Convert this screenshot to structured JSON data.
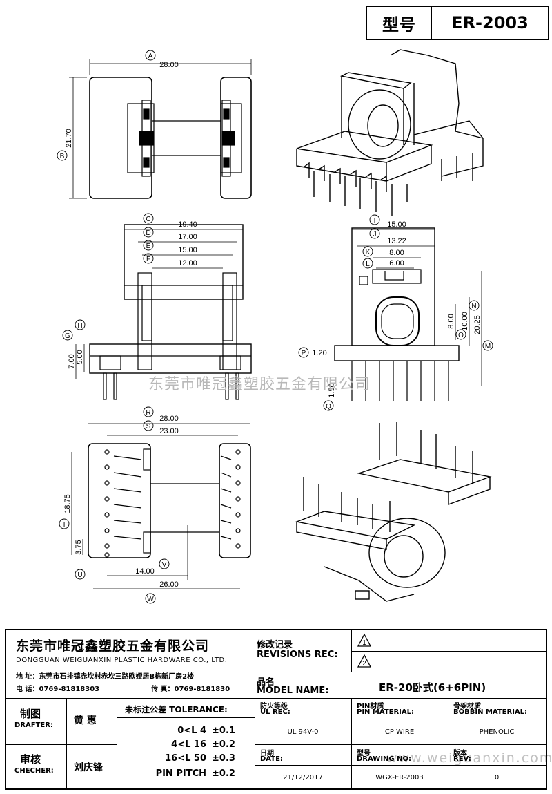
{
  "header": {
    "model_label": "型号",
    "model_value": "ER-2003"
  },
  "dimensions": {
    "A": {
      "letter": "A",
      "value": "28.00"
    },
    "B": {
      "letter": "B",
      "value": "21.70"
    },
    "C": {
      "letter": "C",
      "value": "19.40"
    },
    "D": {
      "letter": "D",
      "value": "17.00"
    },
    "E": {
      "letter": "E",
      "value": "15.00"
    },
    "F": {
      "letter": "F",
      "value": "12.00"
    },
    "G": {
      "letter": "G",
      "value": "7.00"
    },
    "H": {
      "letter": "H",
      "value": "5.00"
    },
    "I": {
      "letter": "I",
      "value": "15.00"
    },
    "J": {
      "letter": "J",
      "value": "13.22"
    },
    "K": {
      "letter": "K",
      "value": "8.00"
    },
    "L": {
      "letter": "L",
      "value": "6.00"
    },
    "M": {
      "letter": "M",
      "value": "20.25"
    },
    "N": {
      "letter": "N",
      "value": "10.00"
    },
    "O": {
      "letter": "O",
      "value": "8.00"
    },
    "P": {
      "letter": "P",
      "value": "1.20"
    },
    "Q": {
      "letter": "Q",
      "value": "1.50"
    },
    "R": {
      "letter": "R",
      "value": "28.00"
    },
    "S": {
      "letter": "S",
      "value": "23.00"
    },
    "T": {
      "letter": "T",
      "value": "18.75"
    },
    "U": {
      "letter": "U",
      "value": "3.75"
    },
    "V": {
      "letter": "V",
      "value": "14.00"
    },
    "W": {
      "letter": "W",
      "value": "26.00"
    }
  },
  "watermark": {
    "text": "东莞市唯冠鑫塑胶五金有限公司",
    "url": "www.weiguanxin.com"
  },
  "company": {
    "name_cn": "东莞市唯冠鑫塑胶五金有限公司",
    "name_en": "DONGGUAN WEIGUANXIN PLASTIC HARDWARE CO., LTD.",
    "address": "地  址：东莞市石排镇赤坎村赤坎三路欧娅居B栋新厂房2楼",
    "phone": "电  话：0769-81818303",
    "fax": "传  真：0769-8181830"
  },
  "revisions": {
    "label_cn": "修改记录",
    "label_en": "REVISIONS REC:",
    "rev1": "1",
    "rev2": "2"
  },
  "model": {
    "label_cn": "品名",
    "label_en": "MODEL NAME:",
    "value": "ER-20卧式(6+6PIN)"
  },
  "drafter": {
    "label_cn": "制图",
    "label_en": "DRAFTER:",
    "name": "黄  惠"
  },
  "checker": {
    "label_cn": "审核",
    "label_en": "CHECHER:",
    "name": "刘庆锋"
  },
  "tolerance": {
    "label": "未标注公差 TOLERANCE:",
    "rows": [
      {
        "range": "0<L   4",
        "value": "±0.1"
      },
      {
        "range": "4<L   16",
        "value": "±0.2"
      },
      {
        "range": "16<L   50",
        "value": "±0.3"
      },
      {
        "range": "PIN PITCH",
        "value": "±0.2"
      }
    ]
  },
  "specs": {
    "ul_label_cn": "防火等级",
    "ul_label_en": "UL REC:",
    "ul_value": "UL 94V-0",
    "pin_label_cn": "PIN材质",
    "pin_label_en": "PIN MATERIAL:",
    "pin_value": "CP WIRE",
    "bobbin_label_cn": "骨架材质",
    "bobbin_label_en": "BOBBIN MATERIAL:",
    "bobbin_value": "PHENOLIC",
    "date_label_cn": "日期",
    "date_label_en": "DATE:",
    "date_value": "21/12/2017",
    "drawing_label_cn": "型号",
    "drawing_label_en": "DRAWING NO:",
    "drawing_value": "WGX-ER-2003",
    "rev_label_cn": "版本",
    "rev_label_en": "REV:",
    "rev_value": "0"
  }
}
